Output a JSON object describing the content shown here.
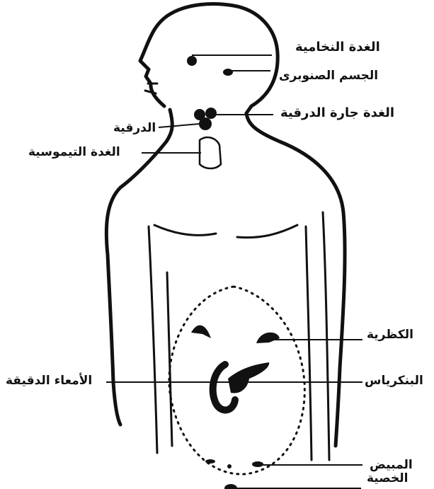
{
  "labels": {
    "pituitary": "الغدة النخامية",
    "pineal": "الجسم الصنوبرى",
    "parathyroid": "الغدة جارة الدرقية",
    "thyroid": "الدرقية",
    "thymus": "الغدة التيموسية",
    "adrenal": "الكظرية",
    "small_intestine": "الأمعاء الدقيقة",
    "pancreas": "البنكرياس",
    "ovary": "المبيض",
    "testis": "الخصية"
  }
}
